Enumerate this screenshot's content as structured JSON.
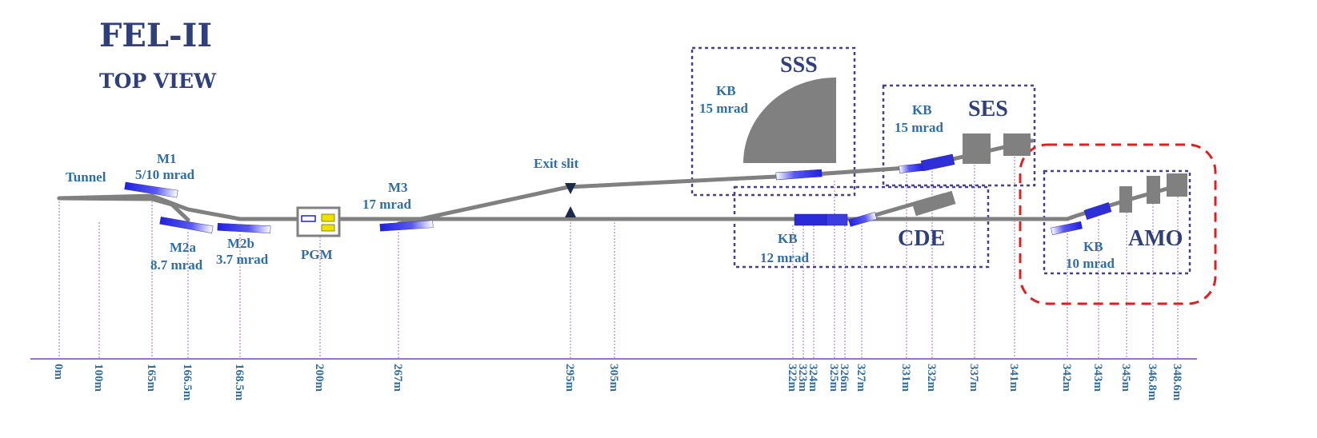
{
  "header": {
    "title": "FEL-II",
    "subtitle": "TOP VIEW"
  },
  "labels": {
    "tunnel": "Tunnel",
    "m1_name": "M1",
    "m1_angle": "5/10 mrad",
    "m2a_name": "M2a",
    "m2a_angle": "8.7 mrad",
    "m2b_name": "M2b",
    "m2b_angle": "3.7 mrad",
    "pgm": "PGM",
    "m3_name": "M3",
    "m3_angle": "17 mrad",
    "exit_slit": "Exit slit",
    "sss_kb_name": "KB",
    "sss_kb_angle": "15 mrad",
    "ses_kb_name": "KB",
    "ses_kb_angle": "15 mrad",
    "cde_kb_name": "KB",
    "cde_kb_angle": "12 mrad",
    "amo_kb_name": "KB",
    "amo_kb_angle": "10 mrad"
  },
  "stations": {
    "sss": "SSS",
    "ses": "SES",
    "cde": "CDE",
    "amo": "AMO"
  },
  "axis_ticks": [
    "0m",
    "100m",
    "165m",
    "166.5m",
    "168.5m",
    "200m",
    "267m",
    "295m",
    "305m",
    "322m",
    "323m",
    "324m",
    "325m",
    "326m",
    "327m",
    "331m",
    "332m",
    "337m",
    "341m",
    "342m",
    "343m",
    "345m",
    "346.8m",
    "348.6m"
  ],
  "colors": {
    "title": "#2e3f7a",
    "label": "#2f6ea3",
    "beam": "#808080",
    "mirror": "#2f2fd8",
    "box": "#4a3f8c",
    "highlight": "#e02020",
    "axis": "#9b72c8"
  }
}
